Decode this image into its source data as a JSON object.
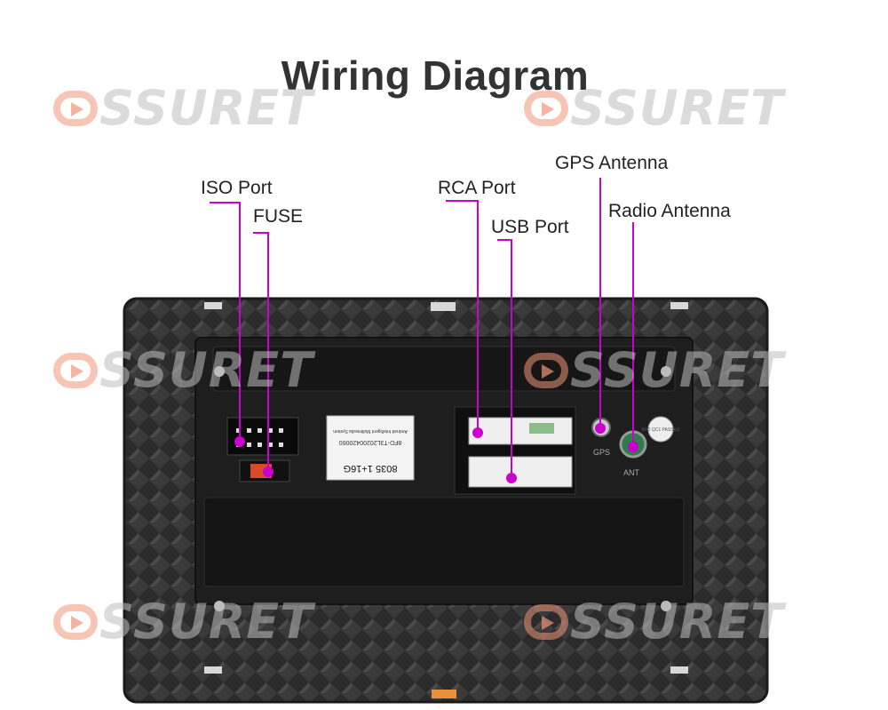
{
  "title": "Wiring Diagram",
  "watermark": "SSURET",
  "colors": {
    "callout": "#cc00cc",
    "label": "#222222",
    "title": "#333333"
  },
  "labels": {
    "iso_port": "ISO Port",
    "fuse": "FUSE",
    "rca_port": "RCA Port",
    "usb_port": "USB Port",
    "gps_antenna": "GPS Antenna",
    "radio_antenna": "Radio Antenna"
  },
  "device": {
    "sticker_line1": "8035 1+16G",
    "sticker_line2": "8FD-T3L20200420060",
    "sticker_line3": "Android Intelligent Multimedia System",
    "stamp": "BFD QC1 PASSED",
    "gps_tag": "GPS",
    "ant_tag": "ANT"
  }
}
